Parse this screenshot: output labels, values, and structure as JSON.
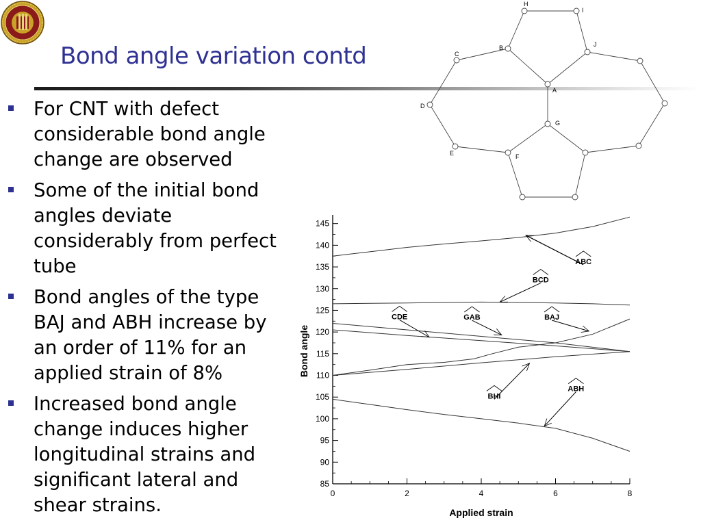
{
  "slide": {
    "title": "Bond angle variation contd",
    "bullets": [
      " For CNT with defect considerable bond angle change are observed",
      "Some of the initial bond angles deviate considerably from perfect tube",
      "Bond angles of the type BAJ and ABH  increase by an order of 11% for an applied strain of 8%",
      "Increased bond angle change induces higher longitudinal strains and significant lateral and shear strains."
    ]
  },
  "logo": {
    "text": "FLORIDA STATE UNIVERSITY",
    "year": "1851"
  },
  "colors": {
    "title": "#2e3192",
    "bullet_marker": "#2e3192",
    "logo_red": "#8b1a1a",
    "logo_gold": "#c9a227"
  },
  "diagram": {
    "atom_labels": [
      "H",
      "I",
      "J",
      "C",
      "B",
      "A",
      "D",
      "G",
      "E",
      "F"
    ]
  },
  "chart_data": {
    "type": "line",
    "title": "",
    "xlabel": "Applied strain",
    "ylabel": "Bond angle",
    "xlim": [
      0,
      8
    ],
    "ylim": [
      85,
      147
    ],
    "x_ticks": [
      0,
      2,
      4,
      6,
      8
    ],
    "y_ticks": [
      85,
      90,
      95,
      100,
      105,
      110,
      115,
      120,
      125,
      130,
      135,
      140,
      145
    ],
    "grid": false,
    "series": [
      {
        "x": [
          0,
          1,
          2,
          3,
          4,
          5,
          6,
          7,
          8
        ],
        "y": [
          137.5,
          138.5,
          139.5,
          140.3,
          141.0,
          141.8,
          142.8,
          144.3,
          146.5
        ]
      },
      {
        "x": [
          0,
          1,
          2,
          3,
          4,
          5,
          6,
          7,
          8
        ],
        "y": [
          126.5,
          126.6,
          126.7,
          126.8,
          126.9,
          126.8,
          126.7,
          126.5,
          126.2
        ]
      },
      {
        "x": [
          0,
          2,
          4,
          6,
          8
        ],
        "y": [
          122,
          120.5,
          119,
          117.5,
          115.5
        ]
      },
      {
        "x": [
          0,
          2,
          4,
          6,
          8
        ],
        "y": [
          120.5,
          119.2,
          118,
          116.8,
          115.5
        ]
      },
      {
        "x": [
          0,
          1,
          2,
          3,
          3.8,
          4.3,
          5,
          6,
          7,
          8
        ],
        "y": [
          110,
          111.2,
          112.5,
          113,
          113.8,
          115,
          116.5,
          117.5,
          119.5,
          123
        ]
      },
      {
        "x": [
          0,
          2,
          4,
          6,
          8
        ],
        "y": [
          110,
          111.4,
          112.9,
          114.3,
          115.5
        ]
      },
      {
        "x": [
          0,
          1,
          2,
          3,
          4,
          5,
          6,
          7,
          8
        ],
        "y": [
          104.5,
          103.3,
          102.1,
          101,
          100,
          99,
          97.8,
          95.5,
          92.5
        ]
      }
    ],
    "annotations": [
      {
        "label": "ABC",
        "label_x": 6.75,
        "label_y": 135.5,
        "arrow_to": [
          5.2,
          142.3
        ]
      },
      {
        "label": "BCD",
        "label_x": 5.6,
        "label_y": 131.3,
        "arrow_to": [
          4.5,
          126.9
        ]
      },
      {
        "label": "CDE",
        "label_x": 1.8,
        "label_y": 122.8,
        "arrow_to": [
          2.6,
          118.8
        ]
      },
      {
        "label": "GAB",
        "label_x": 3.75,
        "label_y": 122.7,
        "arrow_to": [
          4.55,
          119.3
        ]
      },
      {
        "label": "BAJ",
        "label_x": 5.9,
        "label_y": 122.7,
        "arrow_to": [
          6.9,
          120.2
        ]
      },
      {
        "label": "BHI",
        "label_x": 4.35,
        "label_y": 104.5,
        "arrow_to": [
          5.3,
          112.8
        ]
      },
      {
        "label": "ABH",
        "label_x": 6.55,
        "label_y": 106.2,
        "arrow_to": [
          5.7,
          98.3
        ]
      }
    ]
  }
}
